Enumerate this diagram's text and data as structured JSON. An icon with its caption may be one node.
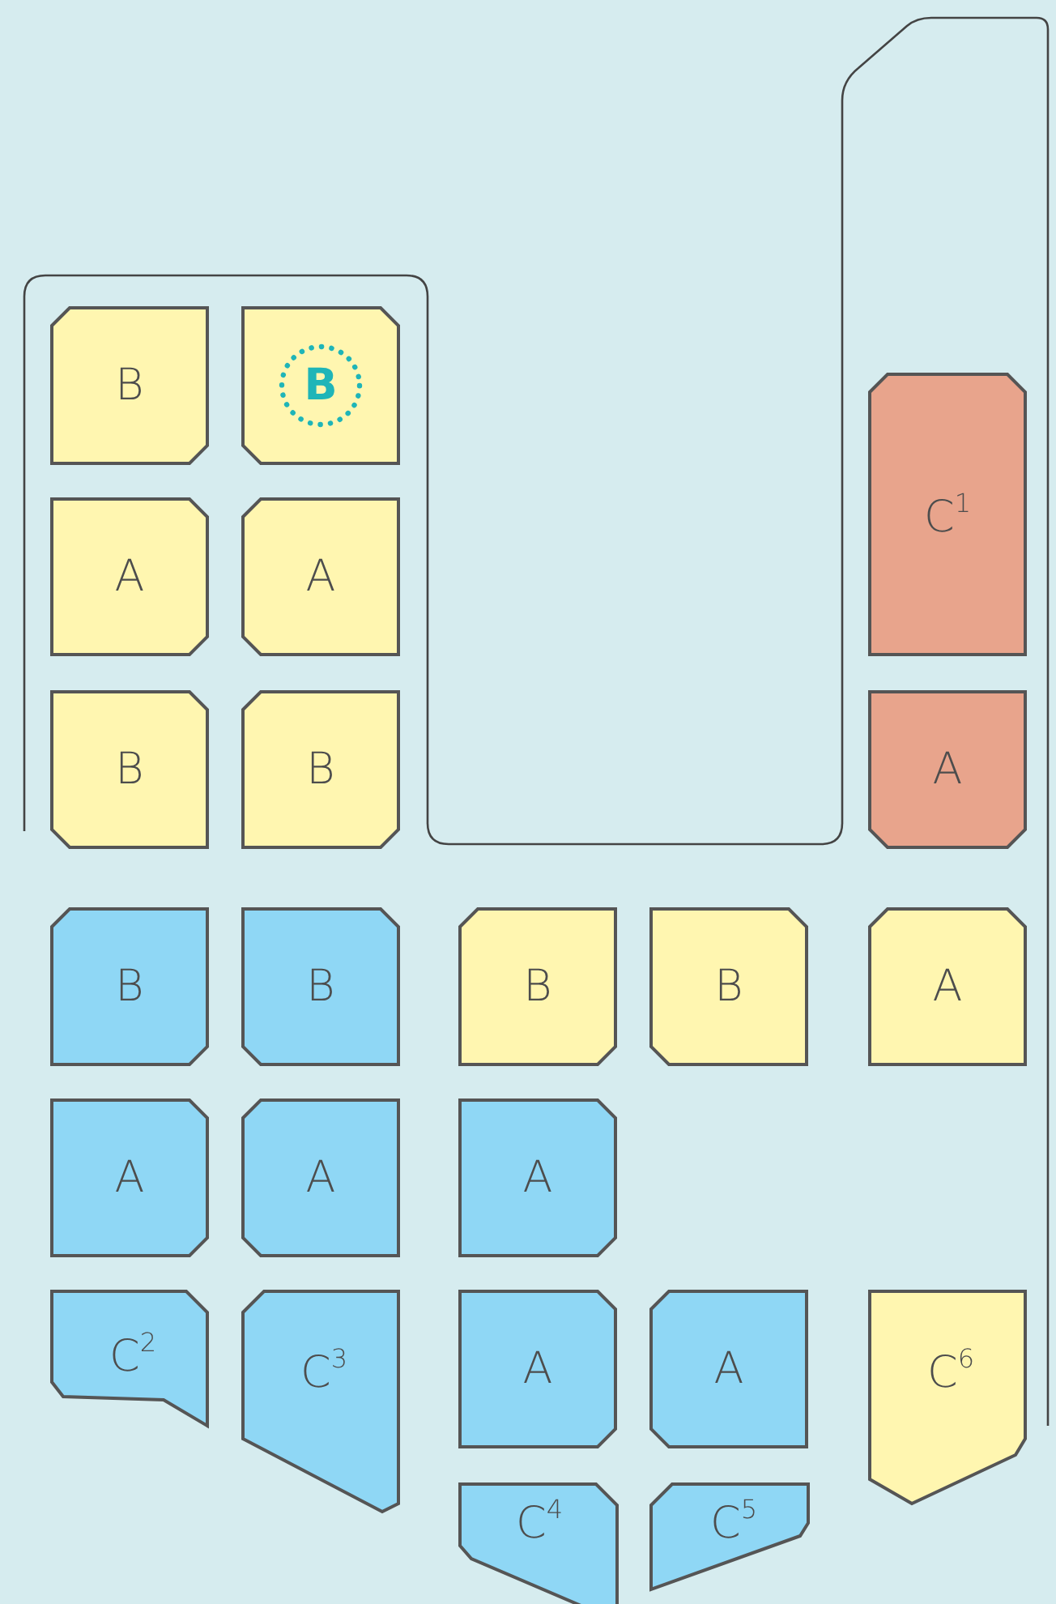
{
  "diagram": {
    "nodes": [
      {
        "text": [
          "B"
        ]
      },
      {
        "text": [
          "B"
        ]
      },
      {
        "text": [
          "C$^{1}$"
        ]
      },
      {
        "text": [
          "A"
        ]
      },
      {
        "text": [
          "A"
        ]
      },
      {
        "text": [
          "B"
        ]
      },
      {
        "text": [
          "B"
        ]
      },
      {
        "text": [
          "A"
        ]
      },
      {
        "text": [
          "B"
        ]
      },
      {
        "text": [
          "B"
        ]
      },
      {
        "text": [
          "B"
        ]
      },
      {
        "text": [
          "B"
        ]
      },
      {
        "text": [
          "A"
        ]
      },
      {
        "text": [
          "A"
        ]
      },
      {
        "text": [
          "A"
        ]
      },
      {
        "text": [
          "A"
        ]
      },
      {
        "text": [
          "C$^{2}$"
        ]
      },
      {
        "text": [
          "C$^{3}$"
        ]
      },
      {
        "text": [
          "A"
        ]
      },
      {
        "text": [
          "A"
        ]
      },
      {
        "text": [
          "C$^{6}$"
        ]
      },
      {
        "text": [
          "C$^{4}$"
        ]
      },
      {
        "text": [
          "C$^{5}$"
        ]
      }
    ]
  }
}
